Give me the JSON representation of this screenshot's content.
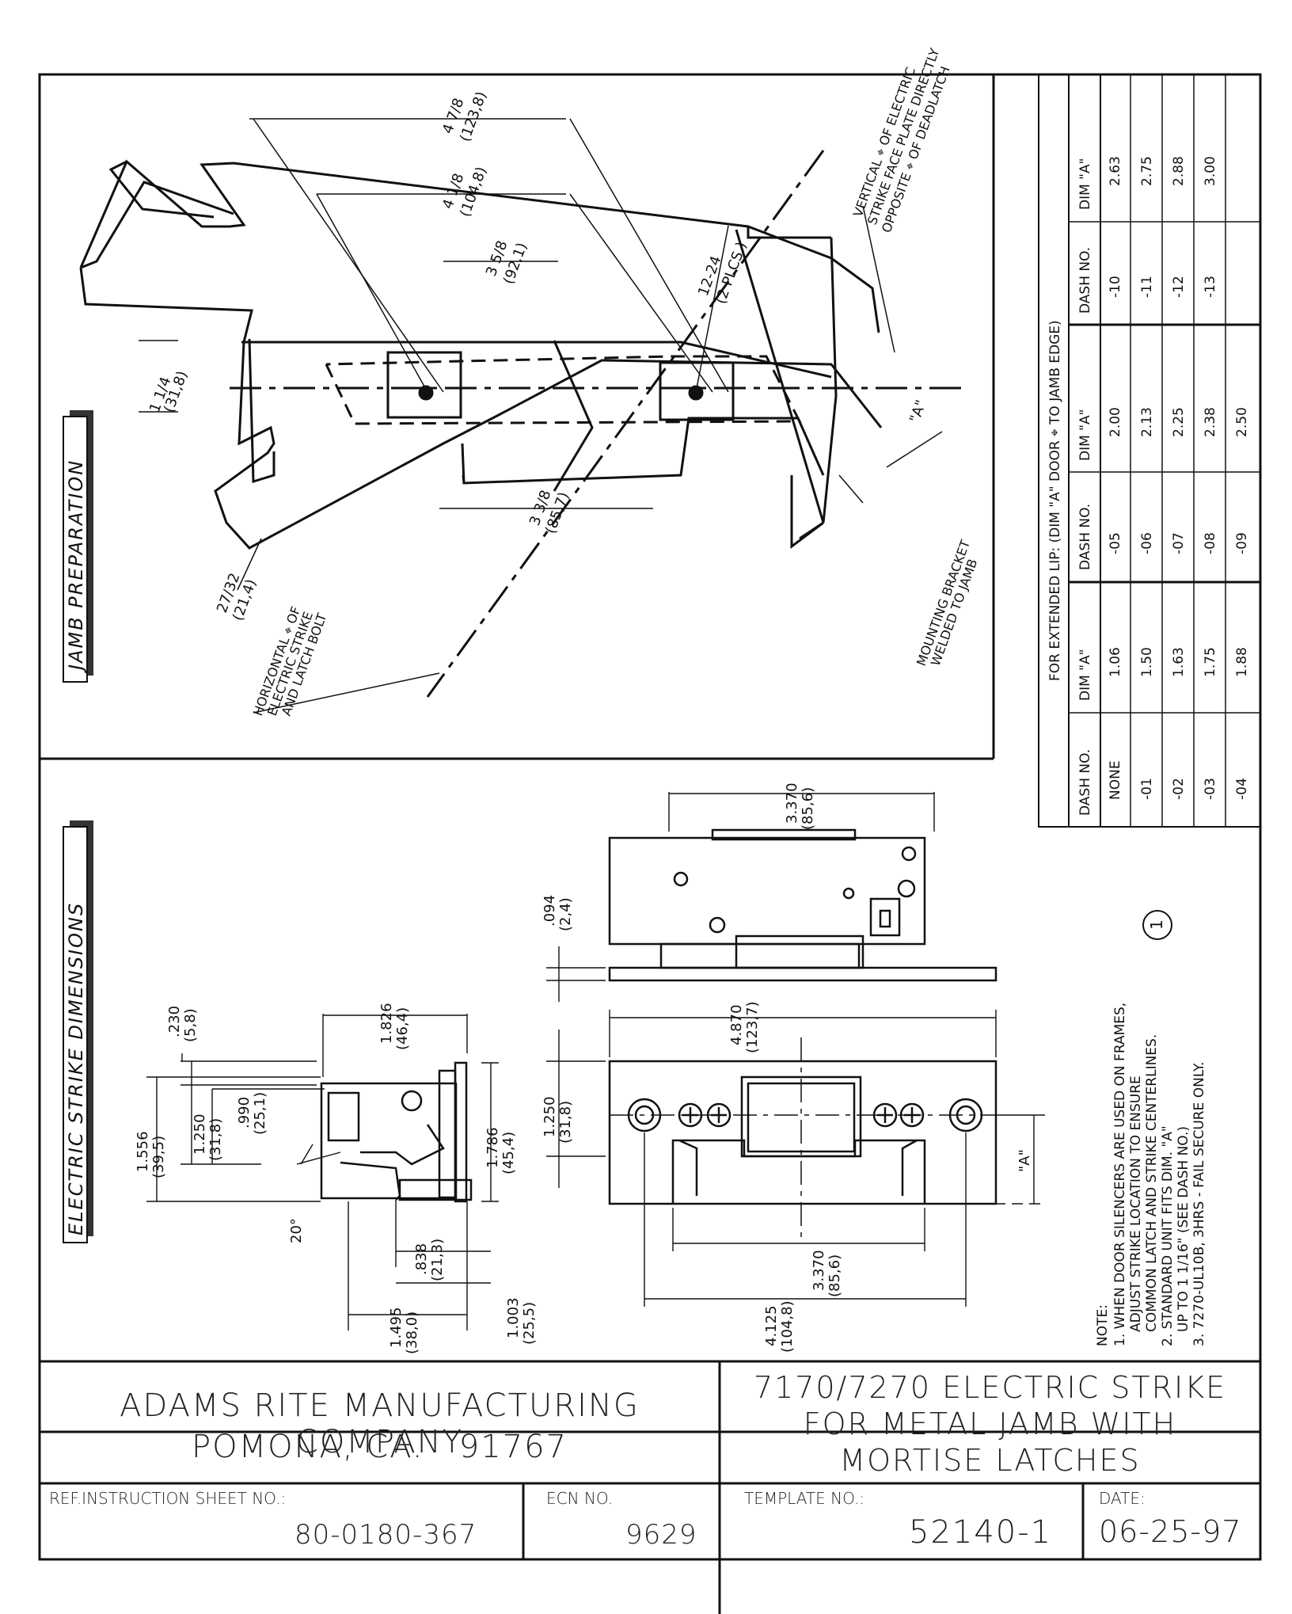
{
  "panels": {
    "jamb_title": "JAMB PREPARATION",
    "strike_title": "ELECTRIC STRIKE DIMENSIONS"
  },
  "jamb": {
    "dim_4_7_8": "4 7/8",
    "dim_4_7_8_mm": "(123,8)",
    "dim_4_1_8": "4 1/8",
    "dim_4_1_8_mm": "(104,8)",
    "dim_3_5_8": "3 5/8",
    "dim_3_5_8_mm": "(92,1)",
    "dim_1_1_4": "1 1/4",
    "dim_1_1_4_mm": "(31,8)",
    "dim_3_3_8": "3 3/8",
    "dim_3_3_8_mm": "(85,7)",
    "dim_27_32": "27/32",
    "dim_27_32_mm": "(21,4)",
    "screw_1": "12-24",
    "screw_2": "(2 PLCS.)",
    "vertical_1": "VERTICAL ⌖ OF ELECTRIC",
    "vertical_2": "STRIKE FACE PLATE DIRECTLY",
    "vertical_3": "OPPOSITE ⌖ OF DEADLATCH",
    "bracket_1": "MOUNTING BRACKET",
    "bracket_2": "WELDED TO JAMB",
    "horizontal_1": "HORIZONTAL ⌖ OF",
    "horizontal_2": "ELECTRIC STRIKE",
    "horizontal_3": "AND LATCH BOLT",
    "dim_a": "\"A\""
  },
  "table": {
    "header": "FOR EXTENDED LIP: (DIM \"A\" DOOR ⌖ TO JAMB EDGE)",
    "col_dash": "DASH NO.",
    "col_dim": "DIM \"A\"",
    "groups": [
      {
        "dash": [
          "NONE",
          "-01",
          "-02",
          "-03",
          "-04"
        ],
        "dim": [
          "1.06",
          "1.50",
          "1.63",
          "1.75",
          "1.88"
        ]
      },
      {
        "dash": [
          "-05",
          "-06",
          "-07",
          "-08",
          "-09"
        ],
        "dim": [
          "2.00",
          "2.13",
          "2.25",
          "2.38",
          "2.50"
        ]
      },
      {
        "dash": [
          "-10",
          "-11",
          "-12",
          "-13",
          ""
        ],
        "dim": [
          "2.63",
          "2.75",
          "2.88",
          "3.00",
          ""
        ]
      }
    ]
  },
  "strike": {
    "d_230": ".230",
    "d_230_mm": "(5,8)",
    "d_1826": "1.826",
    "d_1826_mm": "(46,4)",
    "d_1556": "1.556",
    "d_1556_mm": "(39,5)",
    "d_1250": "1.250",
    "d_1250_mm": "(31,8)",
    "d_990": ".990",
    "d_990_mm": "(25,1)",
    "d_1786": "1.786",
    "d_1786_mm": "(45,4)",
    "d_20": "20°",
    "d_838": ".838",
    "d_838_mm": "(21,3)",
    "d_1495": "1.495",
    "d_1495_mm": "(38,0)",
    "d_1003": "1.003",
    "d_1003_mm": "(25,5)",
    "d_3370": "3.370",
    "d_3370_mm": "(85,6)",
    "d_094": ".094",
    "d_094_mm": "(2,4)",
    "d_4870": "4.870",
    "d_4870_mm": "(123,7)",
    "d_1250b": "1.250",
    "d_1250b_mm": "(31,8)",
    "d_3370b": "3.370",
    "d_3370b_mm": "(85,6)",
    "d_4125": "4.125",
    "d_4125_mm": "(104,8)",
    "dim_a": "\"A\""
  },
  "notes": {
    "title": "NOTE:",
    "n1a": "1. WHEN DOOR SILENCERS ARE USED ON FRAMES,",
    "n1b": "ADJUST STRIKE LOCATION TO ENSURE",
    "n1c": "COMMON LATCH AND STRIKE CENTERLINES.",
    "n2a": "2. STANDARD UNIT FITS DIM. \"A\"",
    "n2b": "UP TO 1 1/16\" (SEE DASH NO.)",
    "n3": "3. 7270-UL10B, 3HRS - FAIL SECURE ONLY.",
    "marker": "1"
  },
  "title_block": {
    "company_1": "ADAMS RITE MANUFACTURING COMPANY",
    "company_2": "POMONA, CA.   91767",
    "product_1": "7170/7270 ELECTRIC STRIKE",
    "product_2": "FOR METAL JAMB WITH",
    "product_3": "MORTISE LATCHES",
    "ref_label": "REF.INSTRUCTION SHEET NO.:",
    "ref_value": "80-0180-367",
    "ecn_label": "ECN NO.",
    "ecn_value": "9629",
    "template_label": "TEMPLATE NO.:",
    "template_value": "52140-1",
    "date_label": "DATE:",
    "date_value": "06-25-97"
  }
}
